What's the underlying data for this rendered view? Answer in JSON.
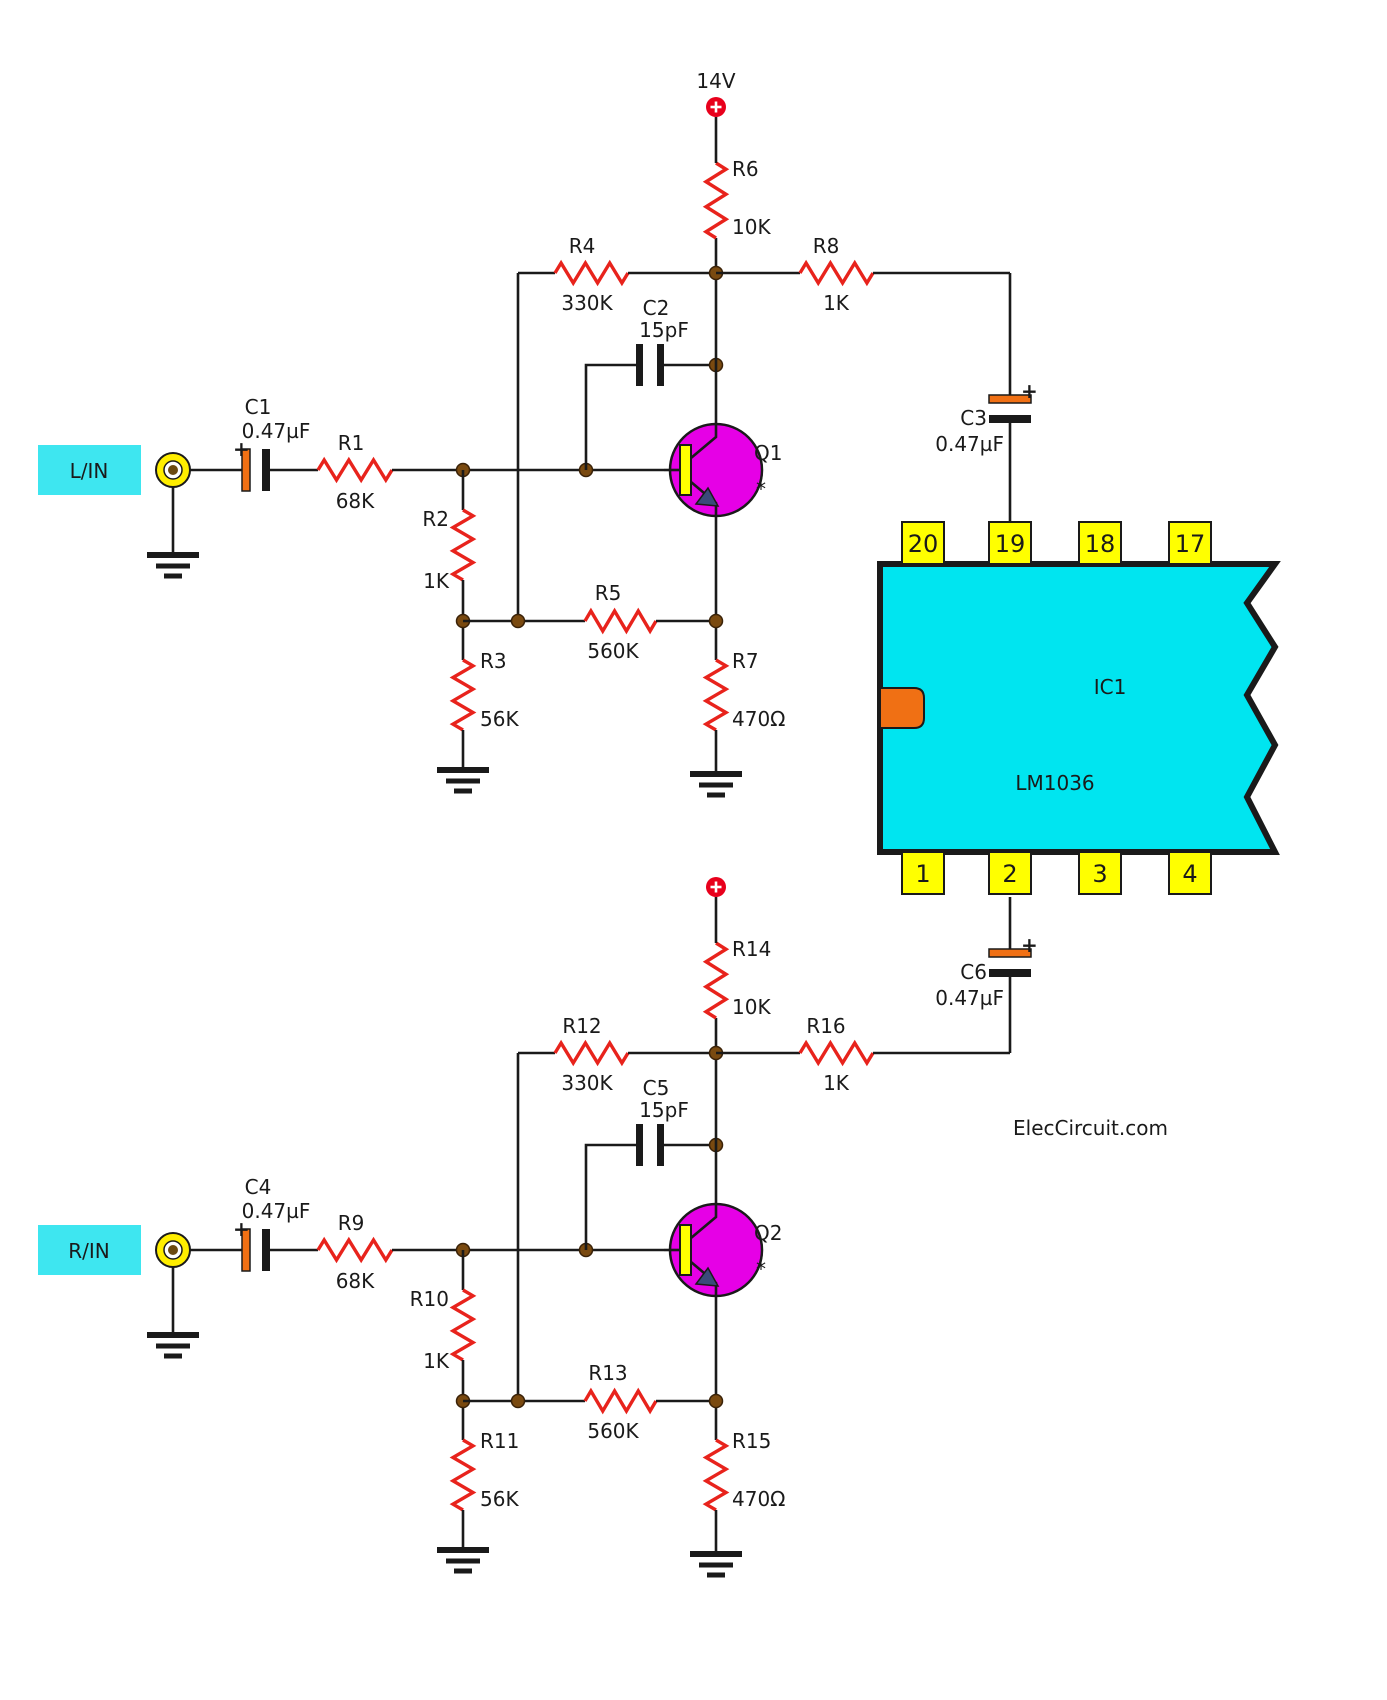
{
  "supply": {
    "label": "14V"
  },
  "inputs": {
    "left": "L/IN",
    "right": "R/IN"
  },
  "ic": {
    "ref": "IC1",
    "part": "LM1036",
    "pins_top": [
      "20",
      "19",
      "18",
      "17"
    ],
    "pins_bottom": [
      "1",
      "2",
      "3",
      "4"
    ]
  },
  "channel_left": {
    "C1": {
      "ref": "C1",
      "value": "0.47µF"
    },
    "R1": {
      "ref": "R1",
      "value": "68K"
    },
    "R2": {
      "ref": "R2",
      "value": "1K"
    },
    "R3": {
      "ref": "R3",
      "value": "56K"
    },
    "R4": {
      "ref": "R4",
      "value": "330K"
    },
    "R5": {
      "ref": "R5",
      "value": "560K"
    },
    "R6": {
      "ref": "R6",
      "value": "10K"
    },
    "R7": {
      "ref": "R7",
      "value": "470Ω"
    },
    "R8": {
      "ref": "R8",
      "value": "1K"
    },
    "C2": {
      "ref": "C2",
      "value": "15pF"
    },
    "C3": {
      "ref": "C3",
      "value": "0.47µF"
    },
    "Q": {
      "ref": "Q1",
      "note": "*"
    }
  },
  "channel_right": {
    "C1": {
      "ref": "C4",
      "value": "0.47µF"
    },
    "R1": {
      "ref": "R9",
      "value": "68K"
    },
    "R2": {
      "ref": "R10",
      "value": "1K"
    },
    "R3": {
      "ref": "R11",
      "value": "56K"
    },
    "R4": {
      "ref": "R12",
      "value": "330K"
    },
    "R5": {
      "ref": "R13",
      "value": "560K"
    },
    "R6": {
      "ref": "R14",
      "value": "10K"
    },
    "R7": {
      "ref": "R15",
      "value": "470Ω"
    },
    "R8": {
      "ref": "R16",
      "value": "1K"
    },
    "C2": {
      "ref": "C5",
      "value": "15pF"
    },
    "C3": {
      "ref": "C6",
      "value": "0.47µF"
    },
    "Q": {
      "ref": "Q2",
      "note": "*"
    }
  },
  "polarity_mark": "+",
  "credit": "ElecCircuit.com",
  "colors": {
    "resistor": "#e8231c",
    "wire": "#1a1a1a",
    "transistor": "#e600e6",
    "ic_body": "#00e5f0",
    "pin": "#ffff00",
    "input_label": "#3ee6f0",
    "electrolytic": "#f07014",
    "supply": "#e8001c",
    "jack": "#ffee00"
  }
}
